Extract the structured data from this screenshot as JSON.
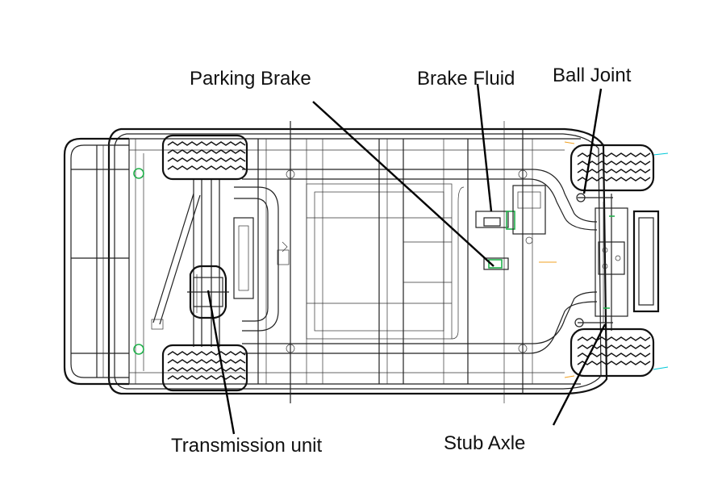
{
  "diagram": {
    "title": "Vehicle chassis underside view",
    "labels": {
      "parking_brake": "Parking Brake",
      "brake_fluid": "Brake Fluid",
      "ball_joint": "Ball Joint",
      "transmission_unit": "Transmission unit",
      "stub_axle": "Stub Axle"
    }
  },
  "colors": {
    "line": "#222222",
    "accent_green": "#22b14c",
    "accent_cyan": "#00c8d8",
    "accent_orange": "#f0a020"
  }
}
